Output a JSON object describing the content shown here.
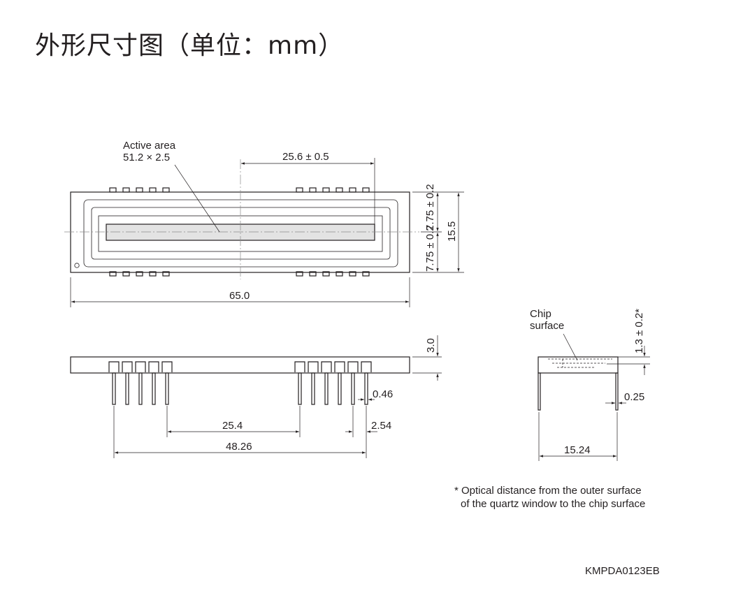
{
  "title": "外形尺寸图（单位：mm）",
  "labels": {
    "active_area_line1": "Active area",
    "active_area_line2": "51.2 × 2.5",
    "center_offset": "25.6 ± 0.5",
    "upper_half": "7.75 ± 0.2",
    "lower_half": "7.75 ± 0.2",
    "height": "15.5",
    "length": "65.0",
    "thickness": "3.0",
    "pin_width": "0.46",
    "pin_pitch": "2.54",
    "pin_group_gap": "25.4",
    "pin_span": "48.26",
    "chip_line1": "Chip",
    "chip_line2": "surface",
    "optical_distance": "1.3 ± 0.2*",
    "lead_thickness": "0.25",
    "row_spacing": "15.24"
  },
  "footnote": {
    "line1": "* Optical distance from the outer surface",
    "line2": "of the quartz window to the chip surface"
  },
  "doc_code": "KMPDA0123EB"
}
